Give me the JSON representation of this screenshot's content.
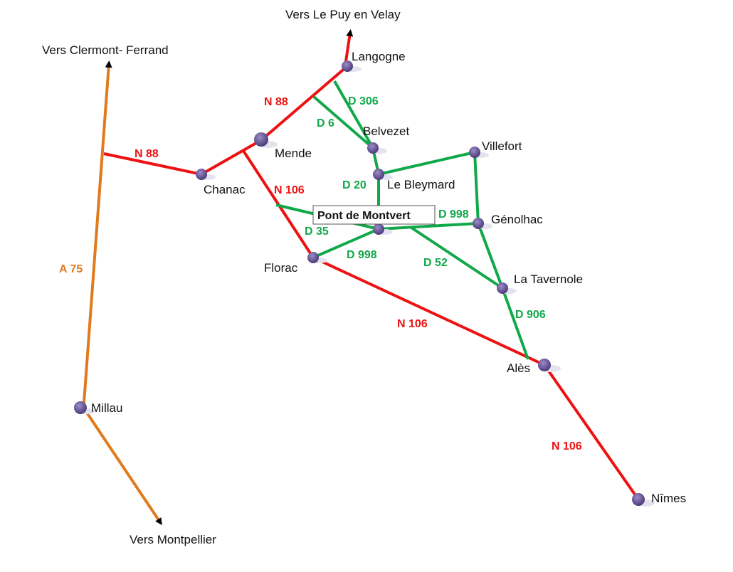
{
  "colors": {
    "national_road": "#ee1111",
    "departmental_road": "#11a84a",
    "motorway": "#e07a1c",
    "node": "#5e4a8c"
  },
  "destinations": {
    "north": "Vers Le Puy en Velay",
    "northwest": "Vers Clermont- Ferrand",
    "south": "Vers Montpellier"
  },
  "places": {
    "langogne": "Langogne",
    "mende": "Mende",
    "chanac": "Chanac",
    "belvezet": "Belvezet",
    "villefort": "Villefort",
    "le_bleymard": "Le Bleymard",
    "pont_de_montvert": "Pont de Montvert",
    "genolhac": "Génolhac",
    "florac": "Florac",
    "la_tavernole": "La Tavernole",
    "ales": "Alès",
    "nimes": "Nîmes",
    "millau": "Millau"
  },
  "roads": {
    "n88_mende_langogne": "N 88",
    "n88_chanac": "N 88",
    "n106_mende_florac": "N 106",
    "n106_florac_ales": "N 106",
    "n106_ales_nimes": "N 106",
    "a75": "A 75",
    "d306": "D 306",
    "d6": "D 6",
    "d20": "D 20",
    "d998_north": "D 998",
    "d998_south": "D 998",
    "d35": "D 35",
    "d52": "D 52",
    "d906": "D 906"
  }
}
